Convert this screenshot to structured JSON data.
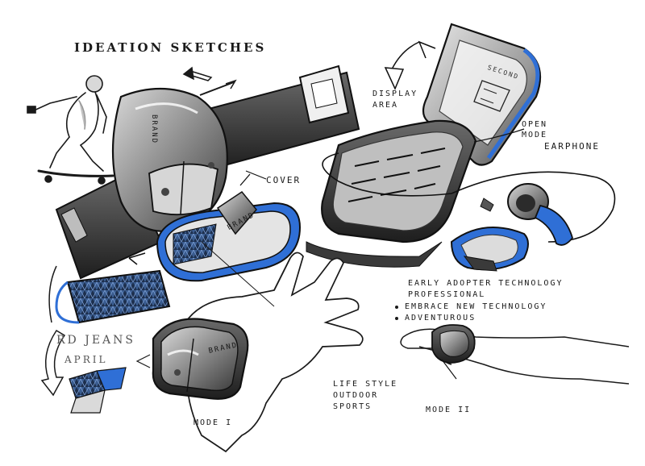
{
  "title": "IDEATION SKETCHES",
  "labels": {
    "display_area": "DISPLAY AREA",
    "open_mode": "OPEN MODE",
    "earphone": "EARPHONE",
    "cover": "COVER",
    "brand": "BRAND",
    "second": "SECOND",
    "rd_jeans": "RD JEANS",
    "april": "APRIL",
    "lifestyle": "LIFE STYLE OUTDOOR SPORTS",
    "mode_one": "MODE I",
    "mode_two": "MODE II"
  },
  "target_user": {
    "title": "EARLY ADOPTER TECHNOLOGY PROFESSIONAL",
    "traits": [
      "EMBRACE NEW TECHNOLOGY",
      "ADVENTUROUS"
    ]
  },
  "colors": {
    "ink": "#1a1a1a",
    "marker_grey": "#8a8a8a",
    "dark_grey": "#3a3a3a",
    "accent_blue": "#2f6fd6",
    "paper": "#ffffff"
  },
  "icons": [
    "skateboarder-figure",
    "wrist-watch-device",
    "flip-phone-device",
    "earphone",
    "cover-shell",
    "fabric-band",
    "hand-with-device",
    "wrist-with-device",
    "rotate-arrow",
    "direction-arrow"
  ]
}
